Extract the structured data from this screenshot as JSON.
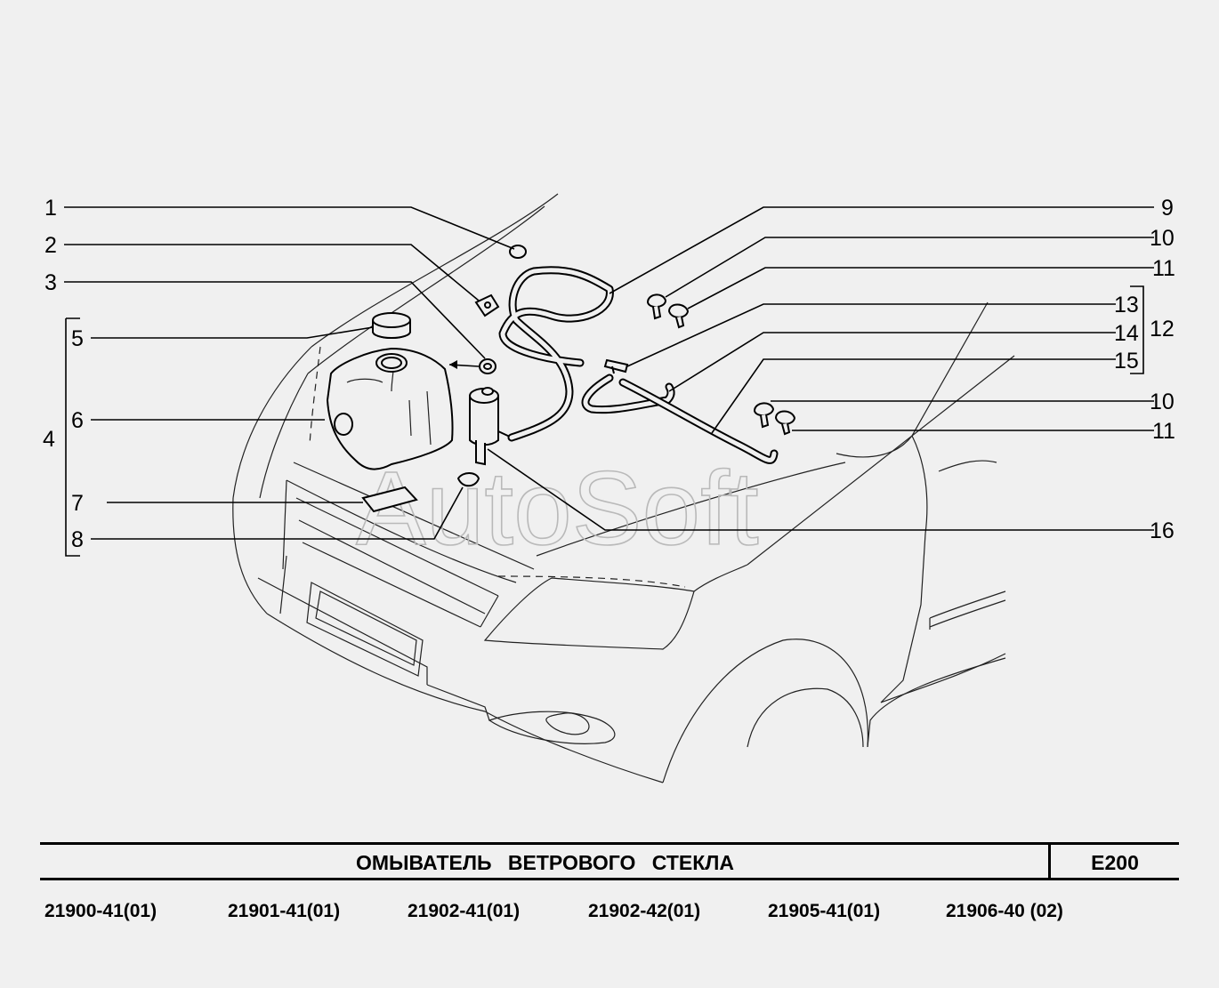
{
  "watermark": "AutoSoft",
  "callouts": {
    "left": [
      "1",
      "2",
      "3",
      "5",
      "4",
      "6",
      "7",
      "8"
    ],
    "right": [
      "9",
      "10",
      "11",
      "13",
      "12",
      "14",
      "15",
      "10",
      "11",
      "16"
    ]
  },
  "title": "ОМЫВАТЕЛЬ ВЕТРОВОГО СТЕКЛА",
  "page_code": "E200",
  "models": [
    "21900-41(01)",
    "21901-41(01)",
    "21902-41(01)",
    "21902-42(01)",
    "21905-41(01)",
    "21906-40 (02)"
  ]
}
